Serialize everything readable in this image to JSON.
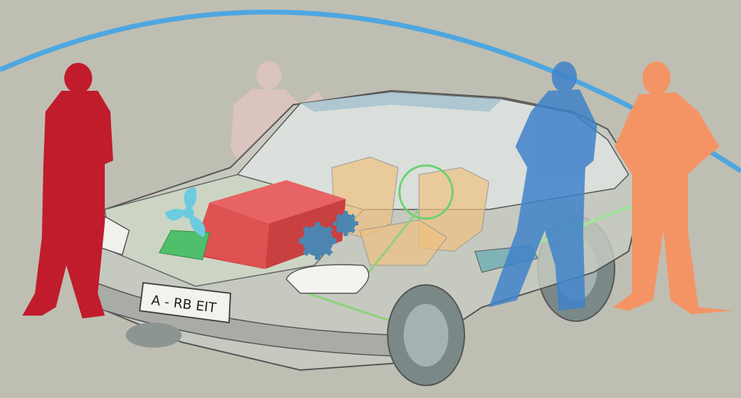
{
  "scene": {
    "background": "#bfbeb2",
    "arc_color": "#4ea7e0",
    "license_plate": "A - RB EIT",
    "figures": [
      {
        "name": "person-red",
        "color": "#c01c2c"
      },
      {
        "name": "person-pink-faded",
        "color": "#e0c5c1"
      },
      {
        "name": "person-blue",
        "color": "#3f82c9"
      },
      {
        "name": "person-orange",
        "color": "#f49465"
      }
    ],
    "components": [
      {
        "name": "battery-block",
        "color": "#e05050"
      },
      {
        "name": "fan-icon",
        "color": "#6ccbe0"
      },
      {
        "name": "gear-icons",
        "color": "#4c86b0"
      },
      {
        "name": "green-panel",
        "color": "#4fbf6b"
      },
      {
        "name": "seats",
        "color": "#f0c080"
      },
      {
        "name": "steering-wheel",
        "color": "#6cd26c"
      }
    ]
  }
}
